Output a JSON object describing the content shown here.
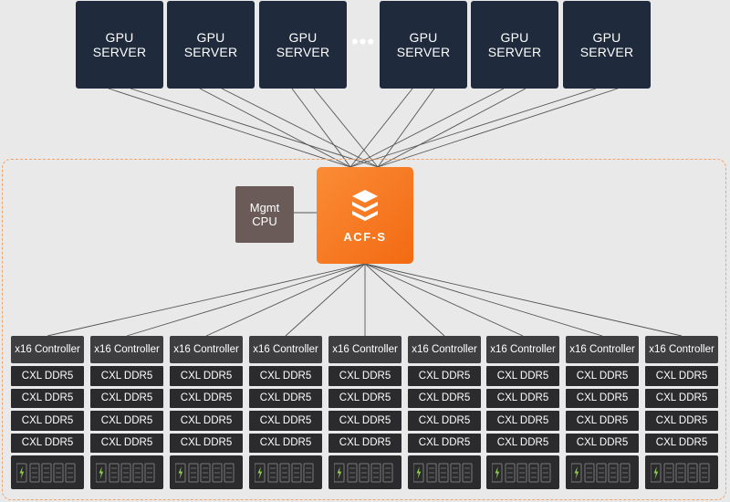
{
  "servers": [
    {
      "line1": "GPU",
      "line2": "SERVER"
    },
    {
      "line1": "GPU",
      "line2": "SERVER"
    },
    {
      "line1": "GPU",
      "line2": "SERVER"
    },
    {
      "line1": "GPU",
      "line2": "SERVER"
    },
    {
      "line1": "GPU",
      "line2": "SERVER"
    },
    {
      "line1": "GPU",
      "line2": "SERVER"
    }
  ],
  "ellipsis": "•••",
  "mgmt": {
    "line1": "Mgmt",
    "line2": "CPU"
  },
  "switch": {
    "name": "ACF-S",
    "icon": "stacked-layers-icon"
  },
  "columns": [
    {
      "controller": "x16 Controller",
      "dimms": [
        "CXL DDR5",
        "CXL DDR5",
        "CXL DDR5",
        "CXL DDR5"
      ]
    },
    {
      "controller": "x16 Controller",
      "dimms": [
        "CXL DDR5",
        "CXL DDR5",
        "CXL DDR5",
        "CXL DDR5"
      ]
    },
    {
      "controller": "x16 Controller",
      "dimms": [
        "CXL DDR5",
        "CXL DDR5",
        "CXL DDR5",
        "CXL DDR5"
      ]
    },
    {
      "controller": "x16 Controller",
      "dimms": [
        "CXL DDR5",
        "CXL DDR5",
        "CXL DDR5",
        "CXL DDR5"
      ]
    },
    {
      "controller": "x16 Controller",
      "dimms": [
        "CXL DDR5",
        "CXL DDR5",
        "CXL DDR5",
        "CXL DDR5"
      ]
    },
    {
      "controller": "x16 Controller",
      "dimms": [
        "CXL DDR5",
        "CXL DDR5",
        "CXL DDR5",
        "CXL DDR5"
      ]
    },
    {
      "controller": "x16 Controller",
      "dimms": [
        "CXL DDR5",
        "CXL DDR5",
        "CXL DDR5",
        "CXL DDR5"
      ]
    },
    {
      "controller": "x16 Controller",
      "dimms": [
        "CXL DDR5",
        "CXL DDR5",
        "CXL DDR5",
        "CXL DDR5"
      ]
    },
    {
      "controller": "x16 Controller",
      "dimms": [
        "CXL DDR5",
        "CXL DDR5",
        "CXL DDR5",
        "CXL DDR5"
      ]
    }
  ],
  "colors": {
    "server": "#1f2a3c",
    "switch": "#f47a20",
    "mgmt": "#6a5b59",
    "controller": "#3e3e40",
    "dimm": "#2b2b2d",
    "wire": "#555555",
    "rack_border": "#f0a46c",
    "power_led": "#8fd14f"
  }
}
